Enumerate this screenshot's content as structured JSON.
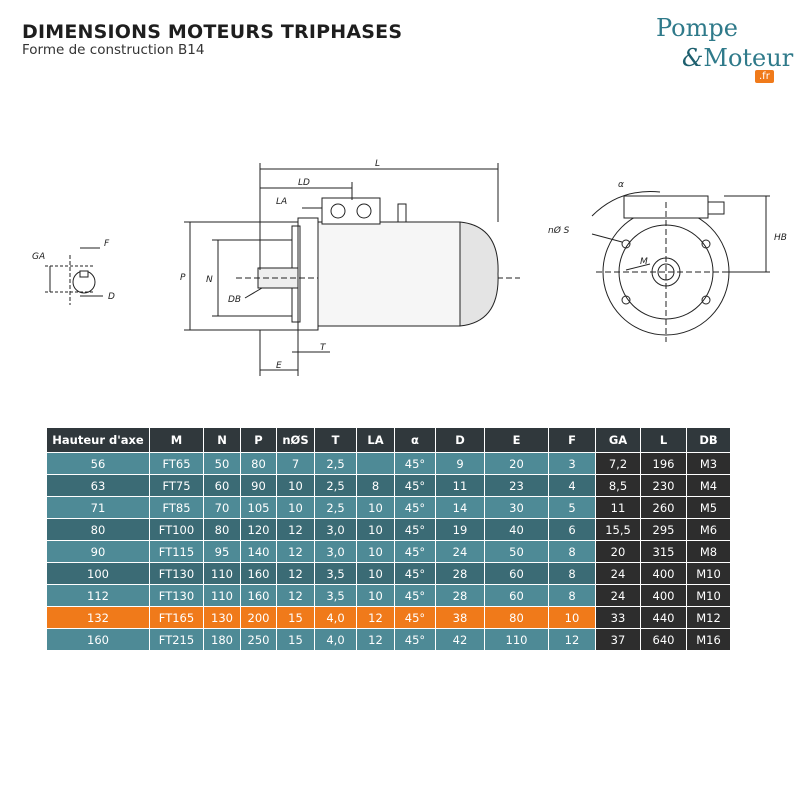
{
  "header": {
    "title": "DIMENSIONS MOTEURS TRIPHASES",
    "subtitle": "Forme de construction B14"
  },
  "logo": {
    "line1": "Pompe",
    "amp": "&",
    "line2": "Moteur",
    "tld": ".fr"
  },
  "drawing_labels": {
    "ga": "GA",
    "f": "F",
    "d": "D",
    "l": "L",
    "ld": "LD",
    "la": "LA",
    "p": "P",
    "n": "N",
    "db": "DB",
    "t": "T",
    "e": "E",
    "alpha": "α",
    "nos": "nØ S",
    "m": "M",
    "hb": "HB"
  },
  "table": {
    "headers": [
      "Hauteur d'axe",
      "M",
      "N",
      "P",
      "nØS",
      "T",
      "LA",
      "α",
      "D",
      "E",
      "F",
      "GA",
      "L",
      "DB"
    ],
    "rows": [
      [
        "56",
        "FT65",
        "50",
        "80",
        "7",
        "2,5",
        "",
        "45°",
        "9",
        "20",
        "3",
        "7,2",
        "196",
        "M3"
      ],
      [
        "63",
        "FT75",
        "60",
        "90",
        "10",
        "2,5",
        "8",
        "45°",
        "11",
        "23",
        "4",
        "8,5",
        "230",
        "M4"
      ],
      [
        "71",
        "FT85",
        "70",
        "105",
        "10",
        "2,5",
        "10",
        "45°",
        "14",
        "30",
        "5",
        "11",
        "260",
        "M5"
      ],
      [
        "80",
        "FT100",
        "80",
        "120",
        "12",
        "3,0",
        "10",
        "45°",
        "19",
        "40",
        "6",
        "15,5",
        "295",
        "M6"
      ],
      [
        "90",
        "FT115",
        "95",
        "140",
        "12",
        "3,0",
        "10",
        "45°",
        "24",
        "50",
        "8",
        "20",
        "315",
        "M8"
      ],
      [
        "100",
        "FT130",
        "110",
        "160",
        "12",
        "3,5",
        "10",
        "45°",
        "28",
        "60",
        "8",
        "24",
        "400",
        "M10"
      ],
      [
        "112",
        "FT130",
        "110",
        "160",
        "12",
        "3,5",
        "10",
        "45°",
        "28",
        "60",
        "8",
        "24",
        "400",
        "M10"
      ],
      [
        "132",
        "FT165",
        "130",
        "200",
        "15",
        "4,0",
        "12",
        "45°",
        "38",
        "80",
        "10",
        "33",
        "440",
        "M12"
      ],
      [
        "160",
        "FT215",
        "180",
        "250",
        "15",
        "4,0",
        "12",
        "45°",
        "42",
        "110",
        "12",
        "37",
        "640",
        "M16"
      ]
    ],
    "highlight_row_index": 7
  },
  "colors": {
    "header_bg": "#30383c",
    "row_light": "#4e8a96",
    "row_dark": "#3b6b75",
    "highlight": "#f07a1a",
    "dark_columns": "#2d2d2d",
    "brand": "#2f7a8a"
  }
}
